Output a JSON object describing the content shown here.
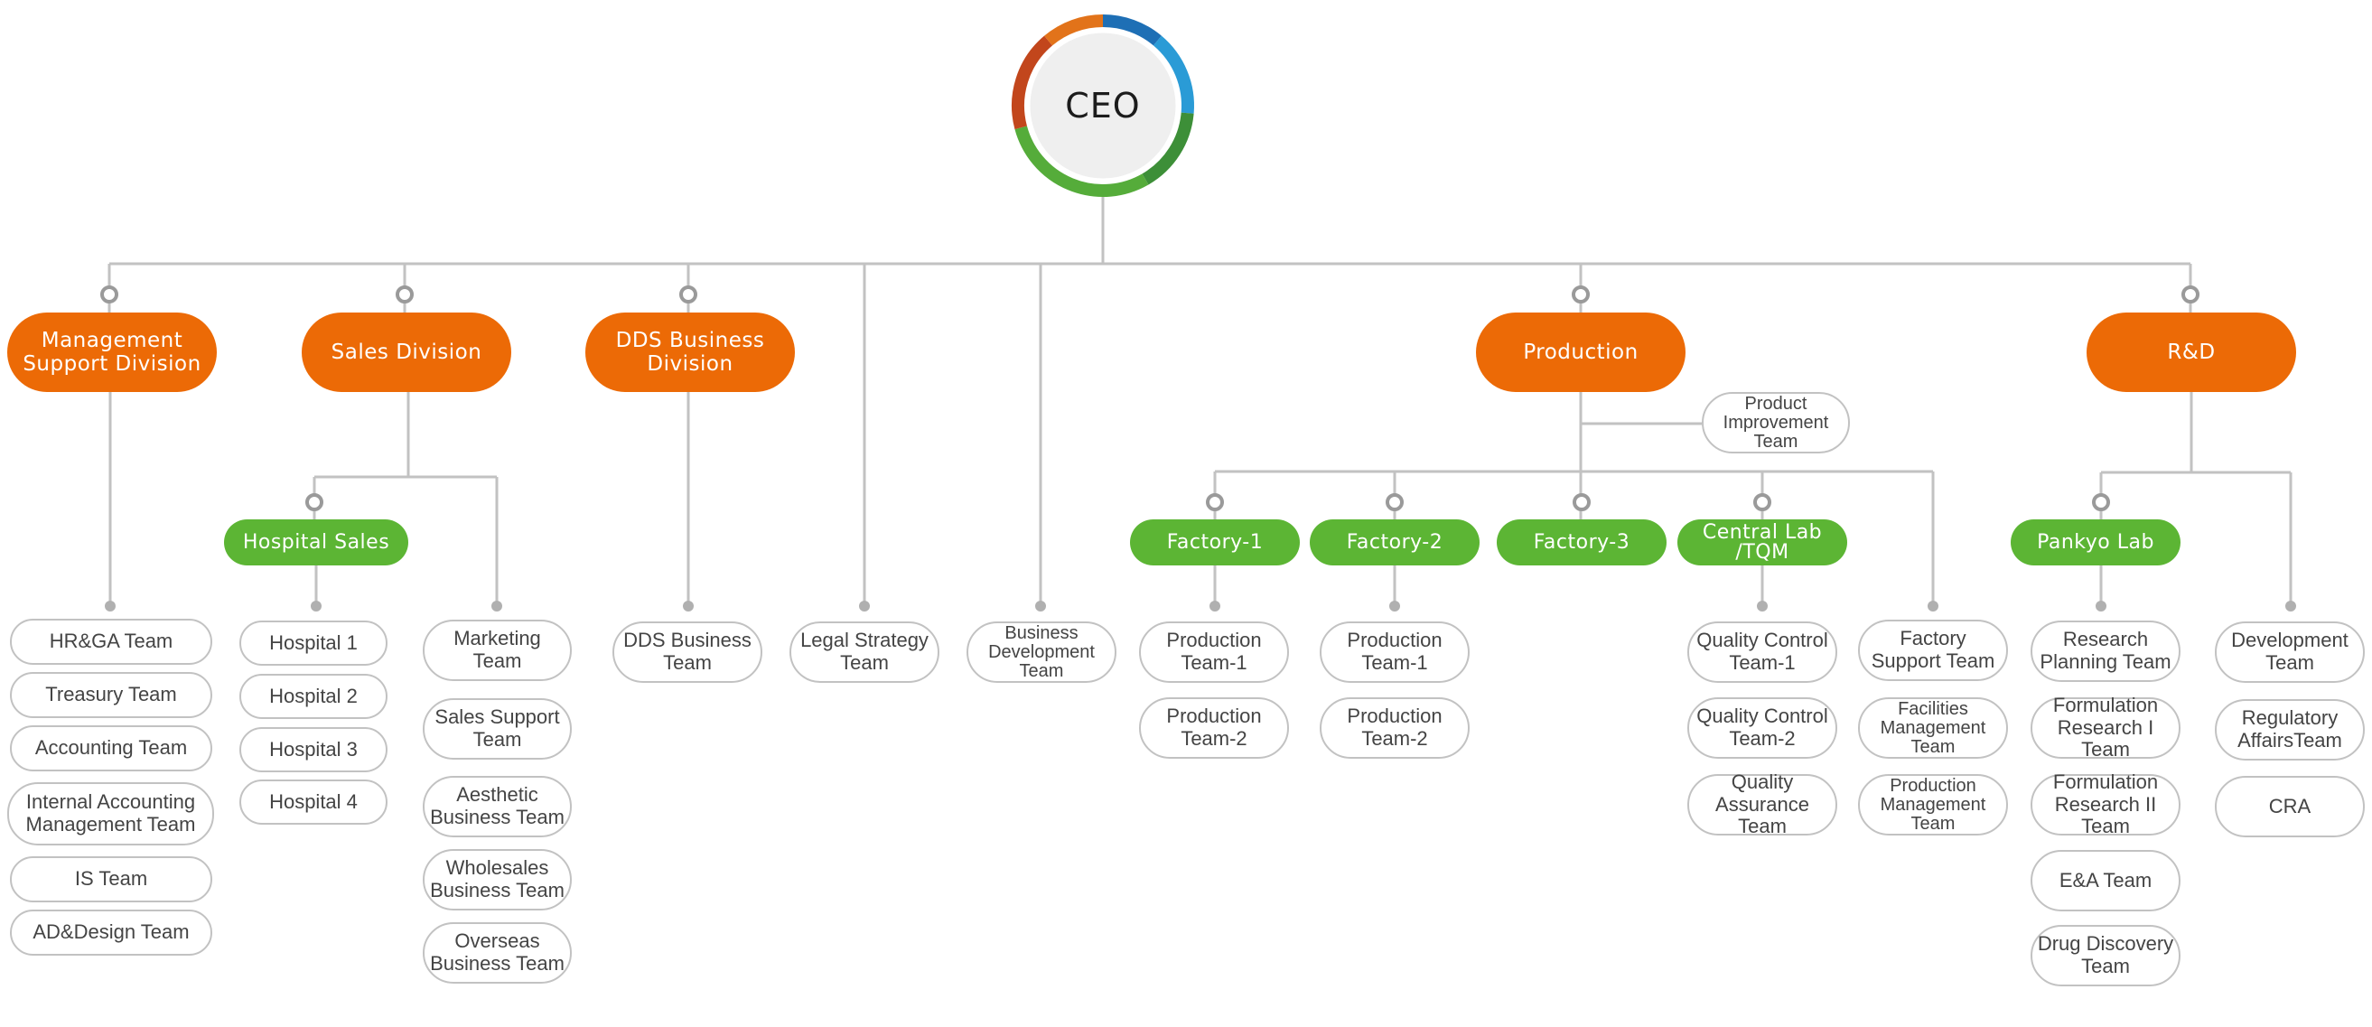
{
  "ceo": "CEO",
  "colors": {
    "division": "#ec6a06",
    "subdivision": "#5cb534",
    "line": "#c2c2c2",
    "ring": [
      "#e2731a",
      "#1e6fb5",
      "#2a9bd6",
      "#3d8f38",
      "#55ac3a",
      "#c2461c"
    ]
  },
  "divisions": [
    {
      "id": "mgmt",
      "label": "Management\nSupport Division"
    },
    {
      "id": "sales",
      "label": "Sales Division"
    },
    {
      "id": "dds",
      "label": "DDS Business\nDivision"
    },
    {
      "id": "prod",
      "label": "Production"
    },
    {
      "id": "rnd",
      "label": "R&D"
    }
  ],
  "subdivisions": [
    {
      "id": "hosp",
      "label": "Hospital Sales"
    },
    {
      "id": "f1",
      "label": "Factory-1"
    },
    {
      "id": "f2",
      "label": "Factory-2"
    },
    {
      "id": "f3",
      "label": "Factory-3"
    },
    {
      "id": "cl",
      "label": "Central Lab\n/TQM"
    },
    {
      "id": "pk",
      "label": "Pankyo Lab"
    }
  ],
  "teams": [
    {
      "id": "hrga",
      "label": "HR&GA Team"
    },
    {
      "id": "treasury",
      "label": "Treasury Team"
    },
    {
      "id": "accounting",
      "label": "Accounting Team"
    },
    {
      "id": "intacc",
      "label": "Internal Accounting\nManagement Team"
    },
    {
      "id": "is",
      "label": "IS Team"
    },
    {
      "id": "ad",
      "label": "AD&Design Team"
    },
    {
      "id": "h1",
      "label": "Hospital 1"
    },
    {
      "id": "h2",
      "label": "Hospital 2"
    },
    {
      "id": "h3",
      "label": "Hospital 3"
    },
    {
      "id": "h4",
      "label": "Hospital 4"
    },
    {
      "id": "mkt",
      "label": "Marketing\nTeam"
    },
    {
      "id": "ss",
      "label": "Sales Support\nTeam"
    },
    {
      "id": "aes",
      "label": "Aesthetic\nBusiness Team"
    },
    {
      "id": "wh",
      "label": "Wholesales\nBusiness Team"
    },
    {
      "id": "ov",
      "label": "Overseas\nBusiness Team"
    },
    {
      "id": "ddsteam",
      "label": "DDS Business\nTeam"
    },
    {
      "id": "legal",
      "label": "Legal Strategy\nTeam"
    },
    {
      "id": "bizdev",
      "label": "Business\nDevelopment\nTeam"
    },
    {
      "id": "piteam",
      "label": "Product\nImprovement Team"
    },
    {
      "id": "f1p1",
      "label": "Production\nTeam-1"
    },
    {
      "id": "f1p2",
      "label": "Production\nTeam-2"
    },
    {
      "id": "f2p1",
      "label": "Production\nTeam-1"
    },
    {
      "id": "f2p2",
      "label": "Production\nTeam-2"
    },
    {
      "id": "qc1",
      "label": "Quality Control\nTeam-1"
    },
    {
      "id": "qc2",
      "label": "Quality Control\nTeam-2"
    },
    {
      "id": "qa",
      "label": "Quality\nAssurance Team"
    },
    {
      "id": "fs",
      "label": "Factory\nSupport Team"
    },
    {
      "id": "fm",
      "label": "Facilities\nManagement\nTeam"
    },
    {
      "id": "pm",
      "label": "Production\nManagement\nTeam"
    },
    {
      "id": "rp",
      "label": "Research\nPlanning Team"
    },
    {
      "id": "fr1",
      "label": "Formulation\nResearch I Team"
    },
    {
      "id": "fr2",
      "label": "Formulation\nResearch II Team"
    },
    {
      "id": "ea",
      "label": "E&A Team"
    },
    {
      "id": "dd",
      "label": "Drug Discovery\nTeam"
    },
    {
      "id": "dev",
      "label": "Development\nTeam"
    },
    {
      "id": "reg",
      "label": "Regulatory\nAffairsTeam"
    },
    {
      "id": "cra",
      "label": "CRA"
    }
  ]
}
